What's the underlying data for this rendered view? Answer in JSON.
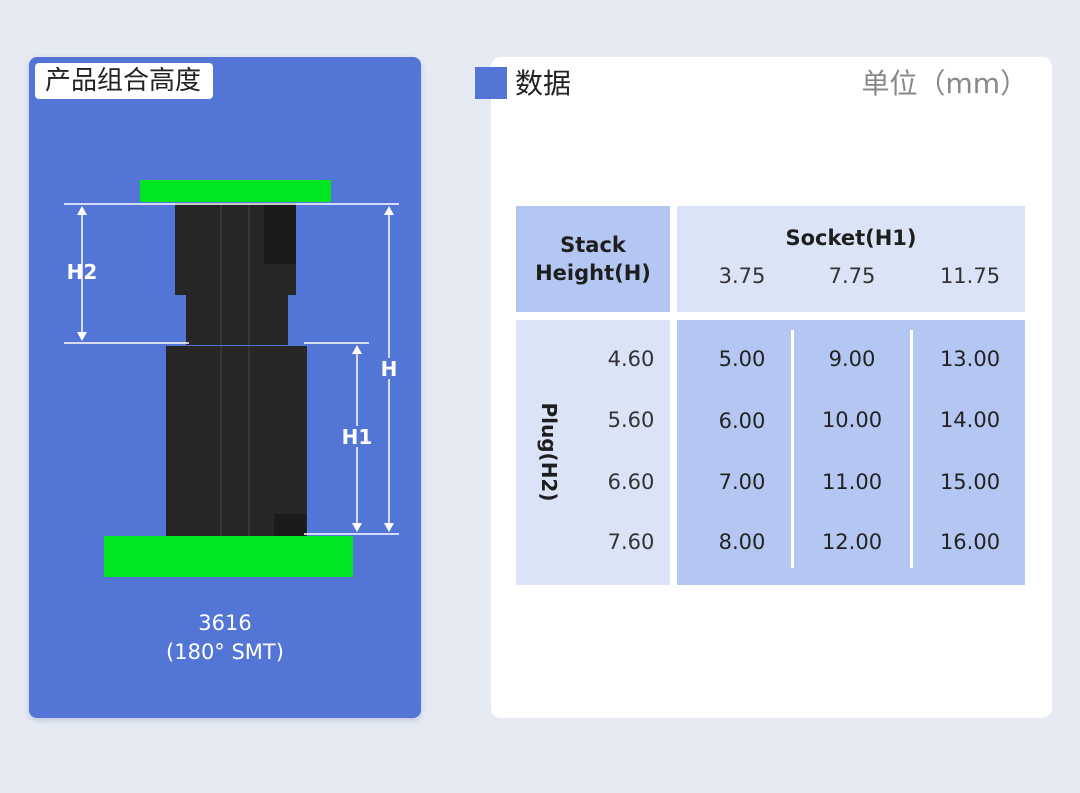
{
  "left_panel": {
    "title": "产品组合高度",
    "dimension_labels": {
      "h2": "H2",
      "h": "H",
      "h1": "H1"
    },
    "model": {
      "number": "3616",
      "type": "(180° SMT)"
    },
    "colors": {
      "panel": "#5376d6",
      "pcb": "#00e620",
      "connector": "#262626"
    }
  },
  "right_panel": {
    "title": "数据",
    "unit": "单位（mm）",
    "table": {
      "corner_header": [
        "Stack",
        "Height(H)"
      ],
      "column_group_header": "Socket(H1)",
      "columns": [
        "3.75",
        "7.75",
        "11.75"
      ],
      "row_group_header": "Plug(H2)",
      "rows": [
        {
          "plug": "4.60",
          "values": [
            "5.00",
            "9.00",
            "13.00"
          ]
        },
        {
          "plug": "5.60",
          "values": [
            "6.00",
            "10.00",
            "14.00"
          ]
        },
        {
          "plug": "6.60",
          "values": [
            "7.00",
            "11.00",
            "15.00"
          ]
        },
        {
          "plug": "7.60",
          "values": [
            "8.00",
            "12.00",
            "16.00"
          ]
        }
      ]
    },
    "colors": {
      "accent": "#5376d6",
      "header_dark": "#b4c7f2",
      "header_light": "#dbe3f7"
    }
  }
}
